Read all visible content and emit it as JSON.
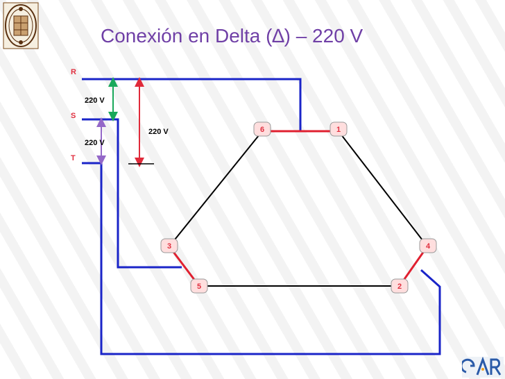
{
  "title": "Conexión en Delta (∆) – 220 V",
  "lines": {
    "r": "R",
    "s": "S",
    "t": "T"
  },
  "voltages": {
    "rs": "220 V",
    "st": "220 V",
    "rt": "220 V"
  },
  "terminals": {
    "t1": "1",
    "t2": "2",
    "t3": "3",
    "t4": "4",
    "t5": "5",
    "t6": "6"
  },
  "colors": {
    "title": "#6f3fa6",
    "line_labels": "#e03040",
    "supply_wire": "#1a24c8",
    "winding": "#000000",
    "jumper": "#e02030",
    "arrow_rs": "#19a85a",
    "arrow_st": "#9468c8",
    "arrow_rt": "#e02a3a",
    "terminal_fill": "#ffdede",
    "terminal_text": "#e03040"
  }
}
